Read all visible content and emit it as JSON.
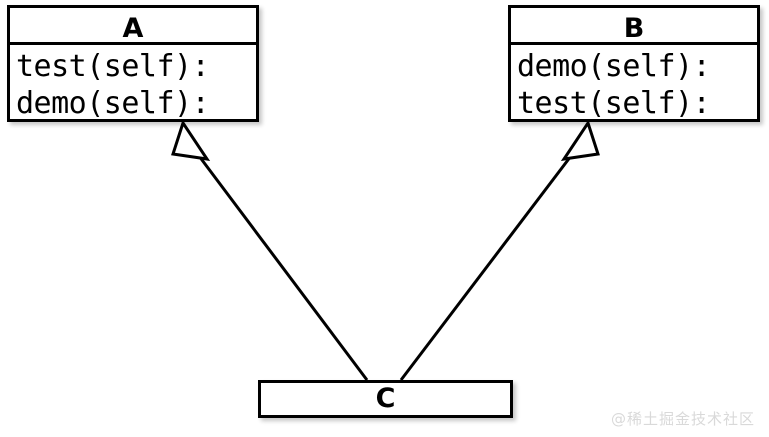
{
  "diagram": {
    "type": "uml-class-diagram",
    "background_color": "#ffffff",
    "line_color": "#000000",
    "classes": [
      {
        "id": "A",
        "name": "A",
        "members": [
          "test(self):",
          "demo(self):"
        ]
      },
      {
        "id": "B",
        "name": "B",
        "members": [
          "demo(self):",
          "test(self):"
        ]
      },
      {
        "id": "C",
        "name": "C",
        "members": []
      }
    ],
    "relationships": [
      {
        "type": "inheritance",
        "from": "C",
        "to": "A",
        "arrowhead": "hollow-triangle"
      },
      {
        "type": "inheritance",
        "from": "C",
        "to": "B",
        "arrowhead": "hollow-triangle"
      }
    ]
  },
  "watermark": {
    "text": "@稀土掘金技术社区",
    "color": "#d9d9d9"
  }
}
